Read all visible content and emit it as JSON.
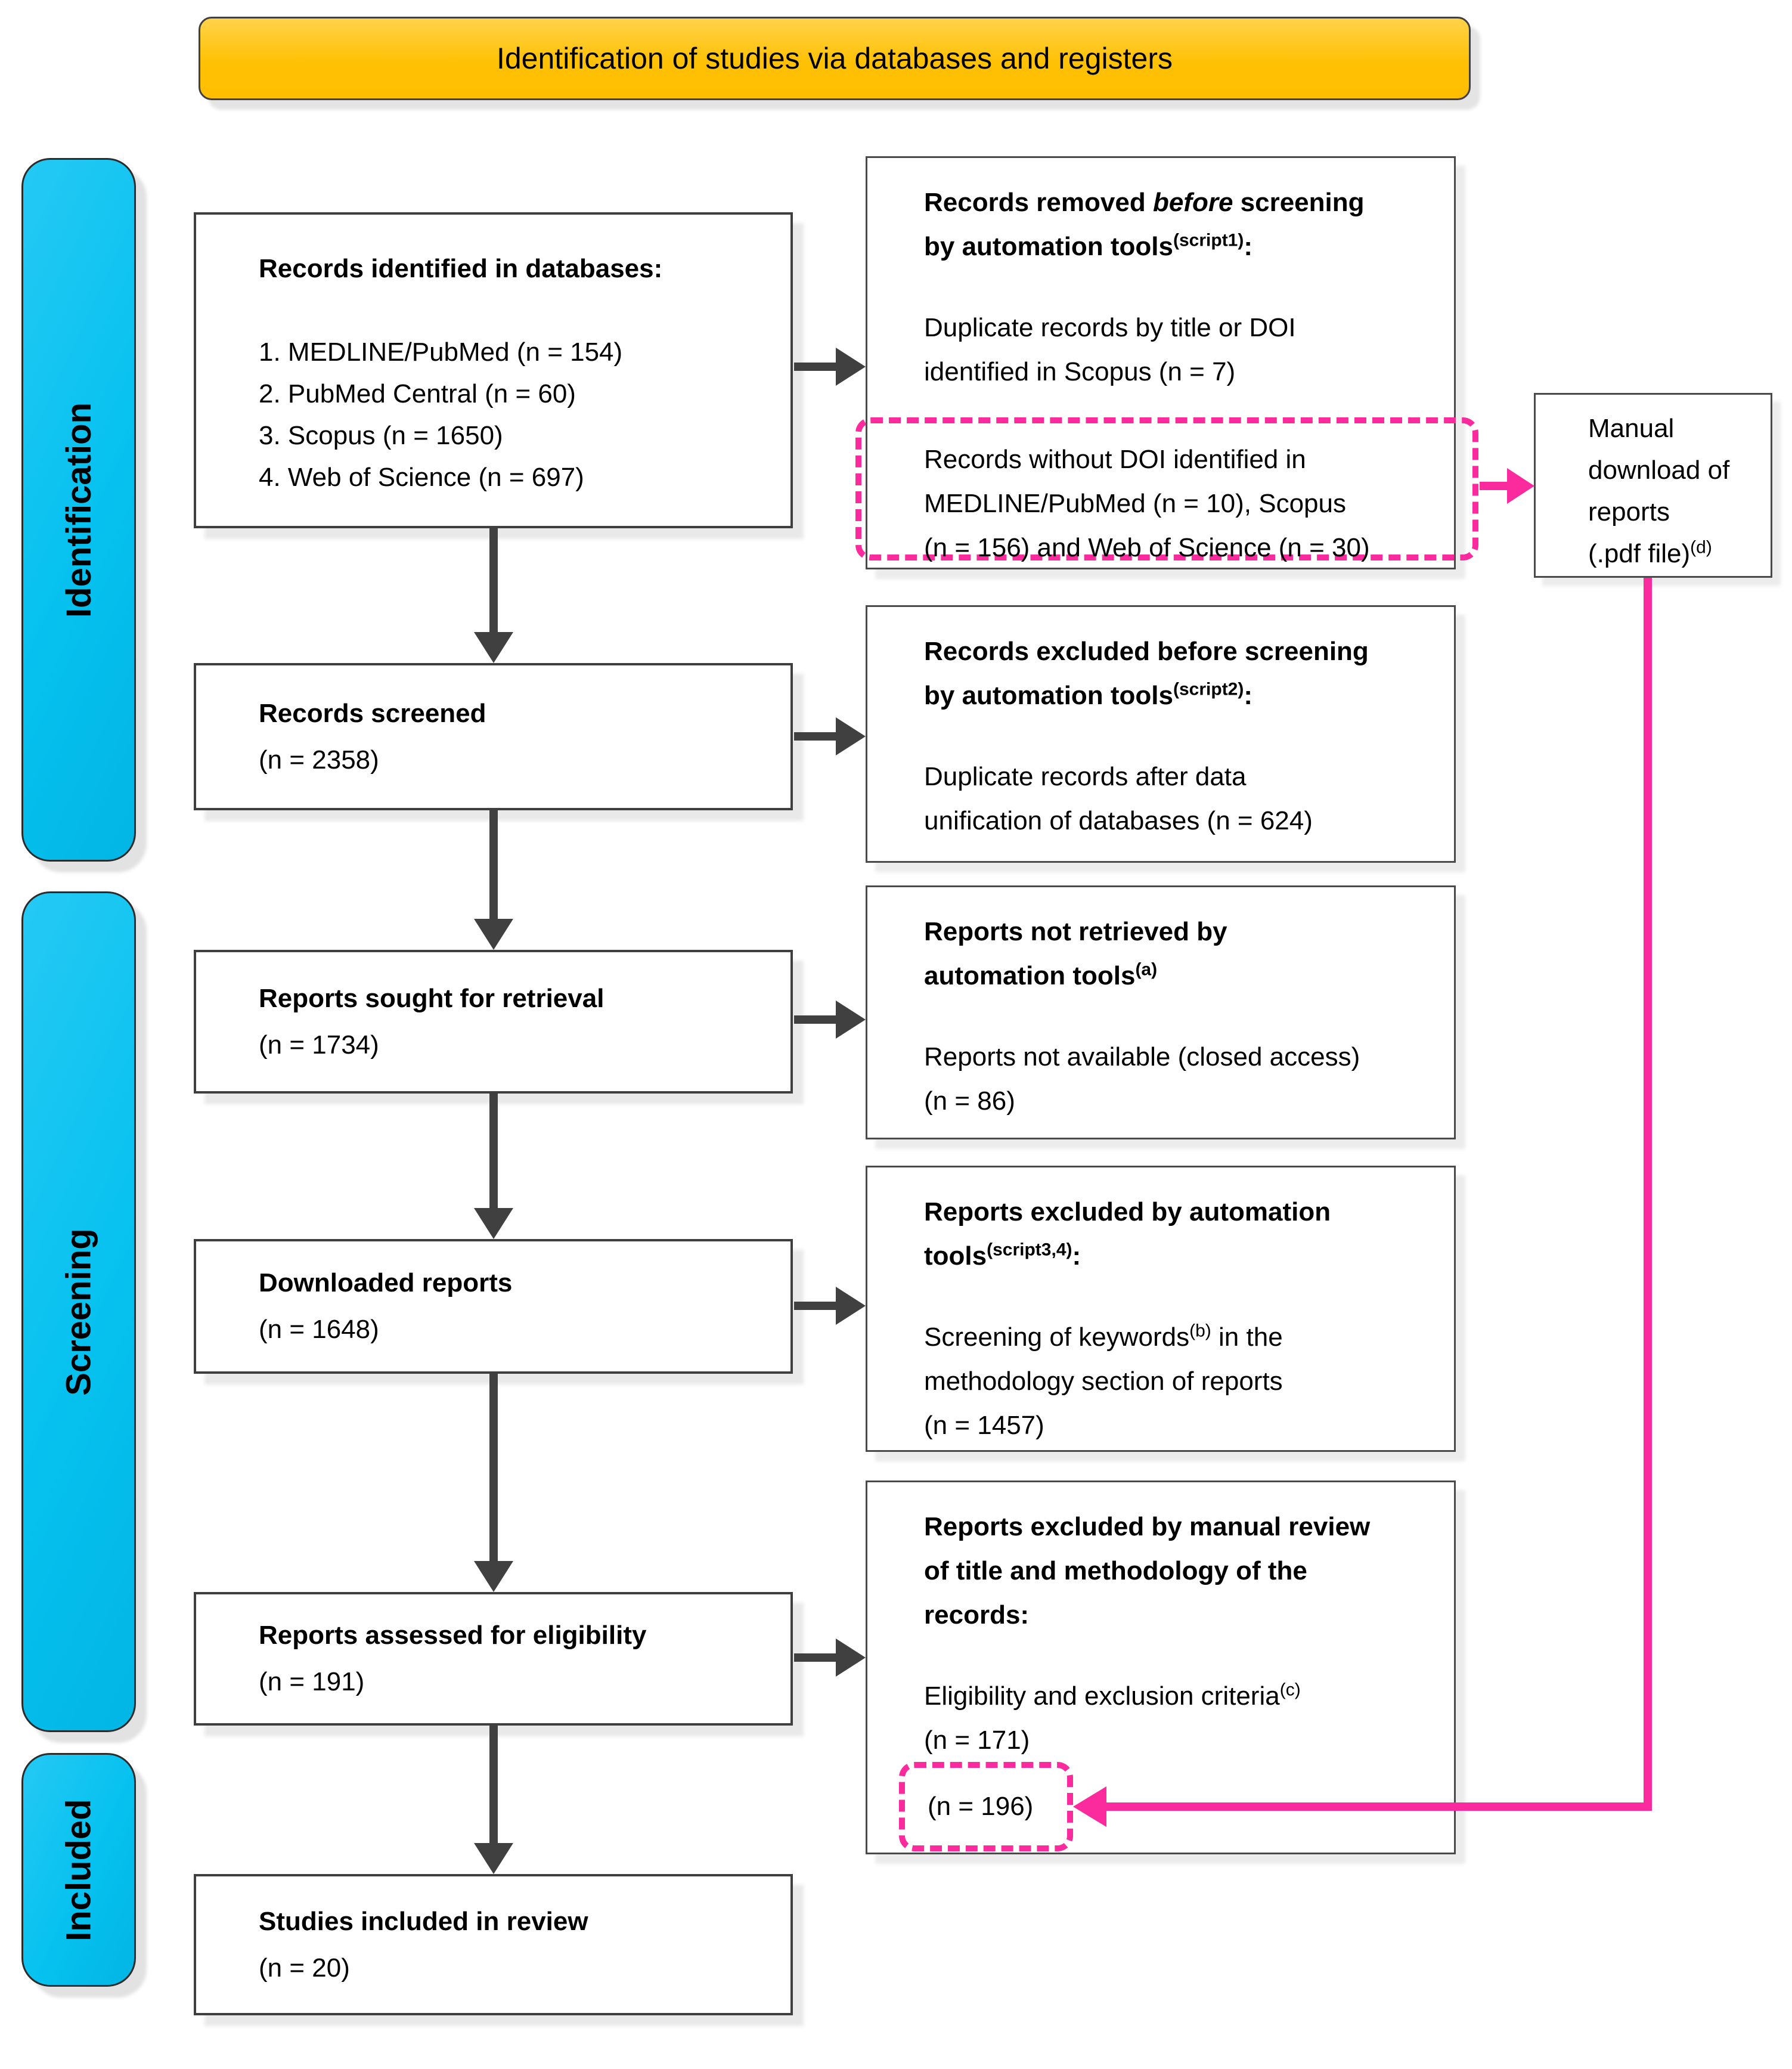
{
  "banner": {
    "title": "Identification of studies via databases and registers"
  },
  "stages": {
    "identification": "Identification",
    "screening": "Screening",
    "included": "Included"
  },
  "colors": {
    "banner_yellow": "#ffc105",
    "stage_cyan": "#06c1ef",
    "accent_pink": "#fb2b9e",
    "arrow_gray": "#404040"
  },
  "flow": {
    "identified": {
      "title": "Records identified in databases:",
      "items": [
        "1. MEDLINE/PubMed (n = 154)",
        "2. PubMed Central (n = 60)",
        "3. Scopus (n = 1650)",
        "4. Web of Science (n = 697)"
      ]
    },
    "screened": {
      "title": "Records screened",
      "n": "(n = 2358)"
    },
    "sought": {
      "title": "Reports sought for retrieval",
      "n": "(n = 1734)"
    },
    "downloaded": {
      "title": "Downloaded reports",
      "n": "(n = 1648)"
    },
    "assessed": {
      "title": "Reports assessed for eligibility",
      "n": "(n = 191)"
    },
    "included_box": {
      "title": "Studies included in review",
      "n": "(n = 20)"
    }
  },
  "side": {
    "removed_before": {
      "h1a": "Records removed ",
      "h1b": "before",
      "h1c": " screening",
      "h2a": "by automation tools",
      "h2sup": "(script1)",
      "h2b": ":",
      "body1": "Duplicate records by title or DOI",
      "body2": "identified in Scopus (n = 7)",
      "dashed1": "Records without DOI identified in",
      "dashed2": "MEDLINE/PubMed (n = 10), Scopus",
      "dashed3": "(n = 156) and Web of Science (n = 30)"
    },
    "excluded_before": {
      "h1": "Records excluded before screening",
      "h2a": "by automation tools",
      "h2sup": "(script2)",
      "h2b": ":",
      "body1": "Duplicate records after data",
      "body2": "unification of databases (n = 624)"
    },
    "not_retrieved": {
      "h1": "Reports not retrieved by",
      "h2a": "automation tools",
      "h2sup": "(a)",
      "body1": "Reports not available (closed access)",
      "body2": "(n = 86)"
    },
    "excluded_auto": {
      "h1": "Reports excluded by automation",
      "h2a": "tools",
      "h2sup": "(script3,4)",
      "h2b": ":",
      "body1a": "Screening of keywords",
      "body1sup": "(b)",
      "body1b": " in the",
      "body2": "methodology section of reports",
      "body3": "(n = 1457)"
    },
    "excluded_manual": {
      "h1": "Reports excluded by manual review",
      "h2": "of title and methodology of the",
      "h3": "records:",
      "body1a": "Eligibility and exclusion criteria",
      "body1sup": "(c)",
      "body2": "(n = 171)",
      "dashed_n": "(n = 196)"
    },
    "manual_download": {
      "l1": "Manual",
      "l2": "download of",
      "l3": "reports",
      "l4a": "(.pdf file)",
      "l4sup": "(d)"
    }
  }
}
